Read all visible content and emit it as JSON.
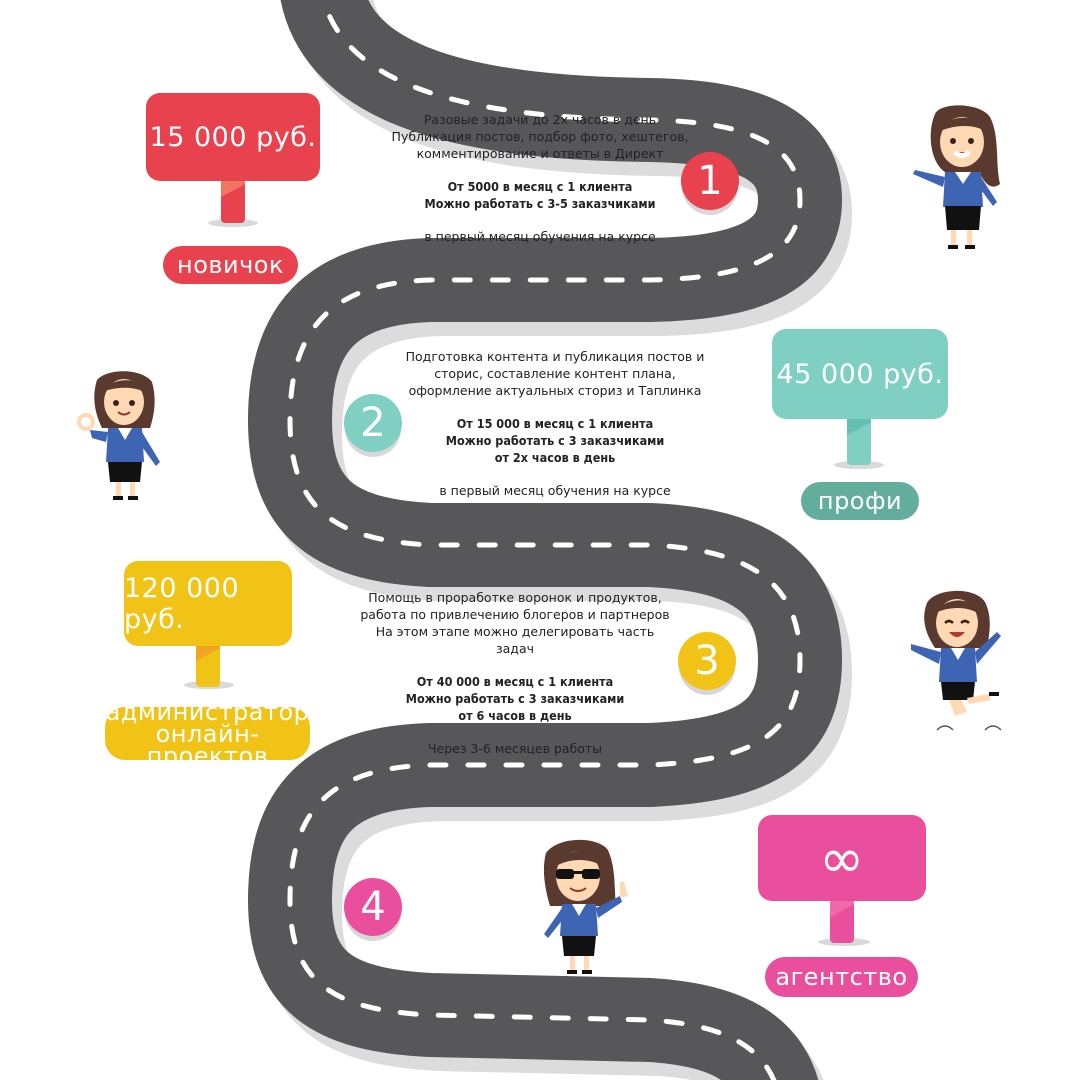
{
  "colors": {
    "road": "#575659",
    "road_shadow": "#dcdcdc",
    "red": "#e8424f",
    "teal": "#7fd0c3",
    "teal_dark": "#63ad9d",
    "yellow": "#f2c317",
    "pink": "#ea4f9d"
  },
  "stages": [
    {
      "number": "1",
      "price": "15 000 руб.",
      "label": "новичок",
      "lines": [
        "Разовые задачи до 2х часов в день",
        "Публикация постов, подбор фото, хештегов,",
        "комментирование и ответы в Директ"
      ],
      "bold": [
        "От 5000 в месяц с 1 клиента",
        "Можно работать с 3-5 заказчиками"
      ],
      "note": "в первый месяц обучения на курсе"
    },
    {
      "number": "2",
      "price": "45 000 руб.",
      "label": "профи",
      "lines": [
        "Подготовка контента и публикация постов и",
        "сторис, составление контент плана,",
        "оформление актуальных сториз и Таплинка"
      ],
      "bold": [
        "От 15 000 в месяц с 1 клиента",
        "Можно работать с 3 заказчиками",
        "от 2х часов в день"
      ],
      "note": "в первый месяц обучения на курсе"
    },
    {
      "number": "3",
      "price": "120 000 руб.",
      "label_line1": "администратор",
      "label_line2": "онлайн-проектов",
      "lines": [
        "Помощь в проработке воронок и продуктов,",
        "работа по привлечению блогеров и партнеров",
        "На этом этапе можно делегировать часть задач"
      ],
      "bold": [
        "От 40 000 в месяц с 1 клиента",
        "Можно работать с 3 заказчиками",
        "от 6 часов в день"
      ],
      "note": "Через 3-6 месяцев работы"
    },
    {
      "number": "4",
      "price": "∞",
      "label": "агентство"
    }
  ]
}
